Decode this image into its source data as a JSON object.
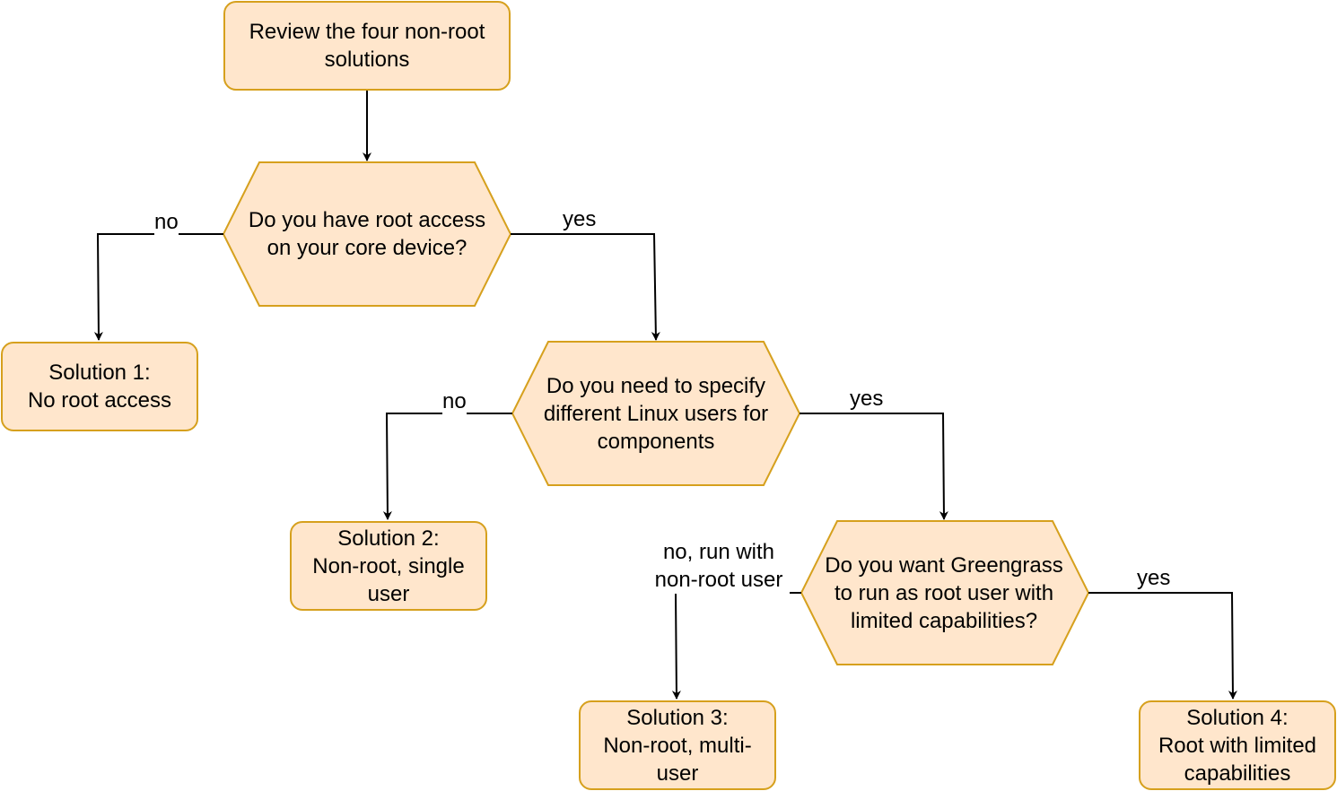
{
  "colors": {
    "node_fill": "#ffe6cc",
    "node_border": "#d6a01d",
    "connector": "#000000"
  },
  "nodes": {
    "start": "Review the four non-root\nsolutions",
    "q_root_access": "Do you have root access\non your core device?",
    "solution1": "Solution 1:\nNo root access",
    "q_linux_users": "Do you need to specify\ndifferent Linux users for\ncomponents",
    "solution2": "Solution 2:\nNon-root, single\nuser",
    "q_greengrass_root": "Do you want Greengrass\nto run as root user with\nlimited capabilities?",
    "solution3": "Solution 3:\nNon-root, multi-\nuser",
    "solution4": "Solution 4:\nRoot with limited\ncapabilities"
  },
  "edges": {
    "root_no": "no",
    "root_yes": "yes",
    "users_no": "no",
    "users_yes": "yes",
    "gg_no": "no, run with\nnon-root user",
    "gg_yes": "yes"
  }
}
